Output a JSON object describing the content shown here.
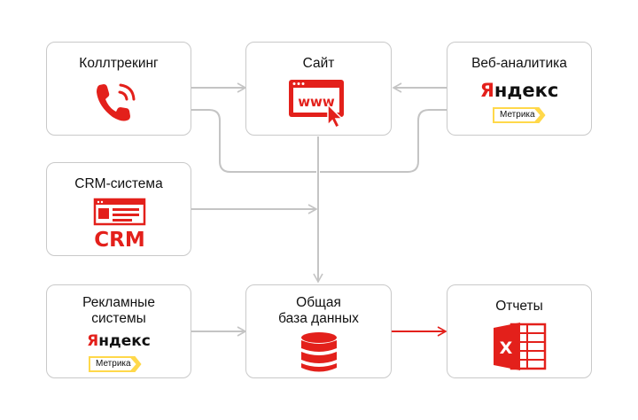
{
  "boxes": {
    "calltracking": {
      "title": "Коллтрекинг",
      "icon": "phone-icon"
    },
    "site": {
      "title": "Сайт",
      "icon": "www-browser-icon",
      "icon_text": "www"
    },
    "webanalytics": {
      "title": "Веб-аналитика",
      "logo_text": "Яндекс",
      "badge": "Метрика"
    },
    "crm": {
      "title": "CRM-система",
      "icon": "crm-window-icon",
      "icon_text": "CRM"
    },
    "ads": {
      "title_line1": "Рекламные",
      "title_line2": "системы",
      "logo_text": "Яндекс",
      "badge": "Метрика"
    },
    "database": {
      "title_line1": "Общая",
      "title_line2": "база данных",
      "icon": "database-icon"
    },
    "reports": {
      "title": "Отчеты",
      "icon": "excel-icon",
      "icon_text": "X"
    }
  },
  "colors": {
    "accent": "#e3201b",
    "arrow": "#c4c4c4",
    "border": "#c9c9c9",
    "badge": "#ffd84a"
  }
}
